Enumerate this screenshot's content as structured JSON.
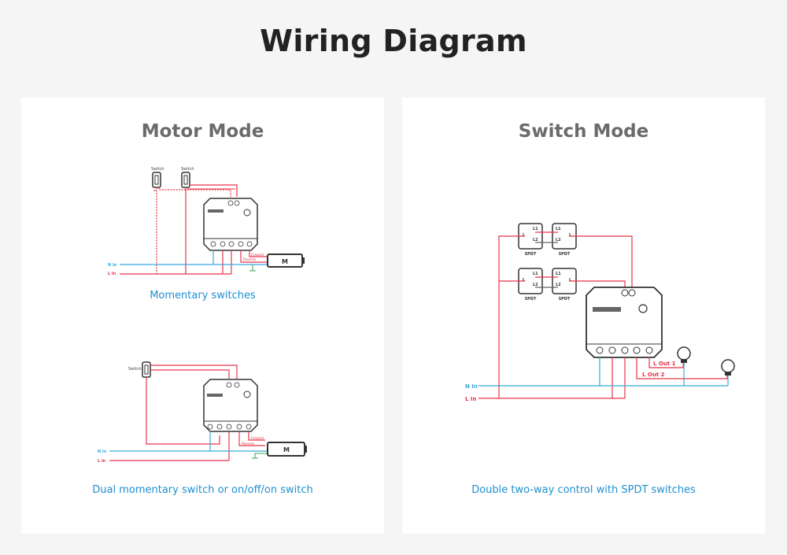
{
  "page": {
    "title": "Wiring Diagram"
  },
  "colors": {
    "live": "#e8354a",
    "neutral": "#39a9dc",
    "ground": "#3aa650",
    "outline": "#333333",
    "caption": "#1e8fd0"
  },
  "motor_mode": {
    "title": "Motor Mode",
    "diagram1": {
      "caption": "Momentary switches",
      "switch_labels": [
        "Switch",
        "Switch"
      ],
      "n_in": "N In",
      "l_in": "L In",
      "forward": "Forward",
      "reverse": "Reverse",
      "motor": "M"
    },
    "diagram2": {
      "caption": "Dual momentary switch or on/off/on switch",
      "switch_label": "Switch",
      "n_in": "N In",
      "l_in": "L In",
      "forward": "Forward",
      "reverse": "Reverse",
      "motor": "M"
    }
  },
  "switch_mode": {
    "title": "Switch Mode",
    "caption": "Double two-way control with SPDT switches",
    "spdt_label": "SPDT",
    "terminals": {
      "l": "L",
      "l1": "L1",
      "l2": "L2"
    },
    "n_in": "N In",
    "l_in": "L In",
    "l_out1": "L Out 1",
    "l_out2": "L Out 2",
    "module_terminals": [
      "N In",
      "L In",
      "L In",
      "L Out2",
      "L Out1"
    ]
  }
}
